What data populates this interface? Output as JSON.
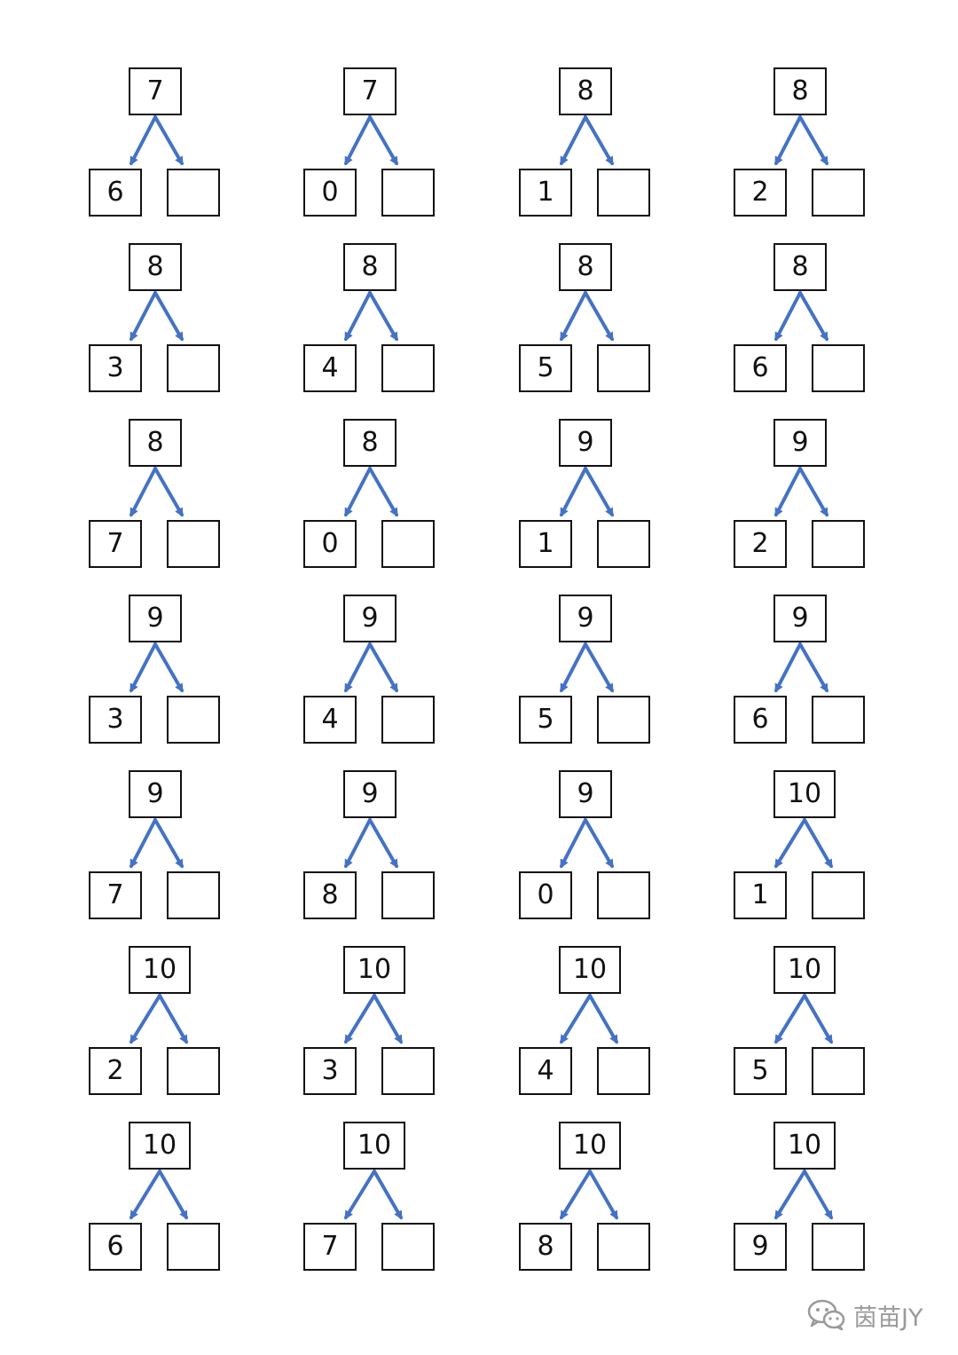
{
  "problems": [
    {
      "top": "7",
      "left": "6",
      "right": ""
    },
    {
      "top": "7",
      "left": "0",
      "right": ""
    },
    {
      "top": "8",
      "left": "1",
      "right": ""
    },
    {
      "top": "8",
      "left": "2",
      "right": ""
    },
    {
      "top": "8",
      "left": "3",
      "right": ""
    },
    {
      "top": "8",
      "left": "4",
      "right": ""
    },
    {
      "top": "8",
      "left": "5",
      "right": ""
    },
    {
      "top": "8",
      "left": "6",
      "right": ""
    },
    {
      "top": "8",
      "left": "7",
      "right": ""
    },
    {
      "top": "8",
      "left": "0",
      "right": ""
    },
    {
      "top": "9",
      "left": "1",
      "right": ""
    },
    {
      "top": "9",
      "left": "2",
      "right": ""
    },
    {
      "top": "9",
      "left": "3",
      "right": ""
    },
    {
      "top": "9",
      "left": "4",
      "right": ""
    },
    {
      "top": "9",
      "left": "5",
      "right": ""
    },
    {
      "top": "9",
      "left": "6",
      "right": ""
    },
    {
      "top": "9",
      "left": "7",
      "right": ""
    },
    {
      "top": "9",
      "left": "8",
      "right": ""
    },
    {
      "top": "9",
      "left": "0",
      "right": ""
    },
    {
      "top": "10",
      "left": "1",
      "right": ""
    },
    {
      "top": "10",
      "left": "2",
      "right": ""
    },
    {
      "top": "10",
      "left": "3",
      "right": ""
    },
    {
      "top": "10",
      "left": "4",
      "right": ""
    },
    {
      "top": "10",
      "left": "5",
      "right": ""
    },
    {
      "top": "10",
      "left": "6",
      "right": ""
    },
    {
      "top": "10",
      "left": "7",
      "right": ""
    },
    {
      "top": "10",
      "left": "8",
      "right": ""
    },
    {
      "top": "10",
      "left": "9",
      "right": ""
    }
  ],
  "colors": {
    "arrow": "#4472c4",
    "border": "#111111",
    "watermark": "#9a9a9a"
  },
  "watermark": {
    "icon": "wechat-icon",
    "text": "茵苗JY"
  }
}
